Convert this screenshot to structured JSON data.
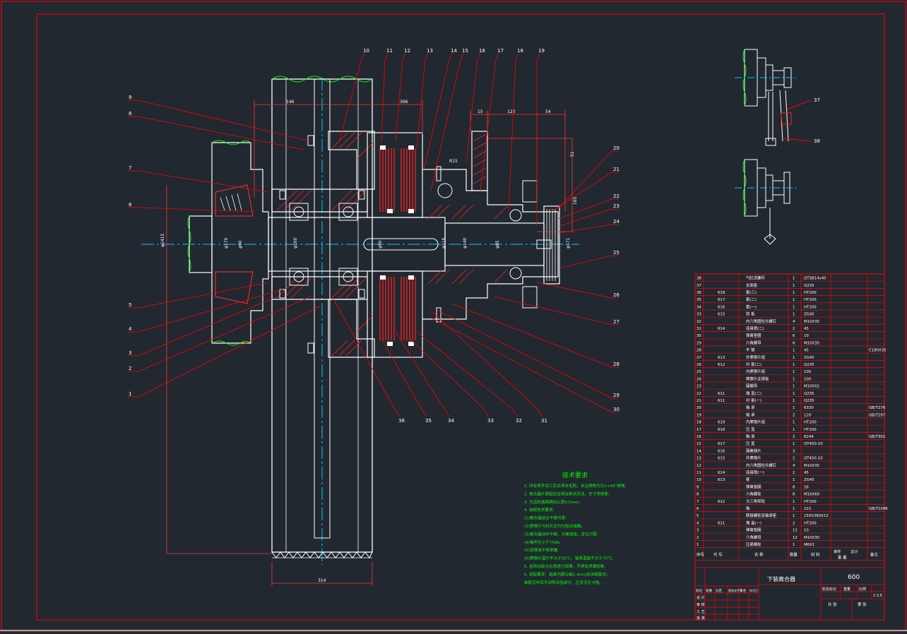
{
  "canvas_bg": "#212830",
  "colors": {
    "frame": "#ff0000",
    "outline": "#ffffff",
    "section": "#ff2020",
    "centerline": "#00c8ff",
    "leader": "#ff0000",
    "dimension": "#ff3333",
    "note_text": "#00ff00",
    "label_text": "#ffffff",
    "green_break": "#00ff00",
    "table_text": "#ffffff",
    "bg": "#212830"
  },
  "balloons_top": [
    "10",
    "11",
    "12",
    "13",
    "14",
    "15",
    "16",
    "17",
    "18",
    "19"
  ],
  "balloons_left": [
    "9",
    "8",
    "7",
    "6",
    "5",
    "4",
    "3",
    "2",
    "1"
  ],
  "balloons_right": [
    "20",
    "21",
    "22",
    "23",
    "24",
    "25",
    "26",
    "27",
    "28",
    "29",
    "30"
  ],
  "balloons_bottom": [
    "36",
    "35",
    "34",
    "33",
    "32",
    "31"
  ],
  "balloons_detail": [
    "37",
    "38"
  ],
  "dimensions": {
    "top_a": "146",
    "top_b": "366",
    "top_c": "15",
    "top_d": "120",
    "top_e": "54",
    "bottom_width": "314",
    "left_dia": "φ1415",
    "vert_a": "51",
    "vert_b": "165",
    "r15": "R15",
    "dia_1": "φ170",
    "dia_2": "φ90",
    "dia_3": "φ100",
    "dia_4": "φ80",
    "dia_5": "φ110",
    "dia_6": "φ140",
    "dia_7": "φ85",
    "dia_8": "φ171"
  },
  "technical_requirements": {
    "title": "技术要求",
    "items": [
      "1.  所有零件加工后必须去毛刺，未注倒角均为1×45°倒角;",
      "2.  离合器片装配后应保证移动灵活，无卡滞现象;",
      "3.  大齿轮端面跳动公差0.5mm;",
      "4.  装配技术要求:",
      "    (1)离合器结合平稳可靠;",
      "    (2)摩擦片与衬片应均匀贴合接触;",
      "    (3)离合器动作平稳，分离彻底，定位可靠;",
      "    (4)噪声应小于75db;",
      "    (5)润滑油不得渗漏;",
      "    (6)摩擦片温升不大于35℃，轴承温度不大于70℃;",
      "5.  各转动部分必须进行润滑，不得有渗漏现象;",
      "6.  装配要求：轴承内圈与轴2-4mm的间隙配合;",
      "    装配完毕后手动转动各部分，应灵活无卡阻。"
    ]
  },
  "parts_table": {
    "rows": [
      [
        "38",
        "",
        "气缸活塞杆",
        "1",
        "QTSB14x40",
        ""
      ],
      [
        "37",
        "",
        "支架座",
        "1",
        "Q235",
        ""
      ],
      [
        "36",
        "618",
        "套(三)",
        "1",
        "HT200",
        ""
      ],
      [
        "35",
        "617",
        "套(二)",
        "1",
        "HT200",
        ""
      ],
      [
        "34",
        "616",
        "套(一)",
        "1",
        "HT200",
        ""
      ],
      [
        "33",
        "615",
        "挡 板",
        "1",
        "ZG45",
        ""
      ],
      [
        "32",
        "",
        "内六角圆柱头螺钉",
        "4",
        "M10X35",
        ""
      ],
      [
        "31",
        "614",
        "连接销(二)",
        "2",
        "45",
        ""
      ],
      [
        "30",
        "",
        "弹簧垫圈",
        "6",
        "10",
        ""
      ],
      [
        "29",
        "",
        "六角螺母",
        "6",
        "M10X35",
        ""
      ],
      [
        "28",
        "",
        "平 键",
        "1",
        "45",
        "C180X35"
      ],
      [
        "27",
        "613",
        "外摩擦片组",
        "1",
        "ZG45",
        ""
      ],
      [
        "26",
        "612",
        "衬 套(二)",
        "1",
        "Q235",
        ""
      ],
      [
        "25",
        "",
        "内摩擦片组",
        "1",
        "100",
        ""
      ],
      [
        "24",
        "",
        "摩擦片支撑板",
        "1",
        "100",
        ""
      ],
      [
        "23",
        "",
        "圆螺母",
        "1",
        "M100X2",
        ""
      ],
      [
        "22",
        "611",
        "端 盖(二)",
        "1",
        "Q235",
        ""
      ],
      [
        "21",
        "611",
        "衬 套(一)",
        "1",
        "Q235",
        ""
      ],
      [
        "20",
        "",
        "轴 承",
        "1",
        "6320",
        "GB/T276"
      ],
      [
        "19",
        "",
        "轴 承",
        "2",
        "120",
        "GB/T297"
      ],
      [
        "18",
        "619",
        "内摩擦片组",
        "1",
        "HT200",
        ""
      ],
      [
        "17",
        "618",
        "压 盖",
        "1",
        "HT200",
        ""
      ],
      [
        "16",
        "",
        "轴 承",
        "2",
        "8244",
        "GB/T301"
      ],
      [
        "15",
        "617",
        "压 盖",
        "1",
        "QT450-10",
        ""
      ],
      [
        "14",
        "616",
        "隔离销片",
        "3",
        "",
        ""
      ],
      [
        "13",
        "615",
        "外摩擦片",
        "2",
        "QT450-10",
        ""
      ],
      [
        "12",
        "",
        "内六角圆柱头螺钉",
        "4",
        "M10X35",
        ""
      ],
      [
        "11",
        "614",
        "连接销(一)",
        "2",
        "45",
        ""
      ],
      [
        "10",
        "613",
        "套",
        "1",
        "ZG45",
        ""
      ],
      [
        "9",
        "",
        "弹簧垫圈",
        "8",
        "16",
        ""
      ],
      [
        "8",
        "",
        "六角螺栓",
        "8",
        "M16X60",
        ""
      ],
      [
        "7",
        "612",
        "大三角带轮",
        "1",
        "HT200",
        ""
      ],
      [
        "6",
        "",
        "轴",
        "1",
        "222",
        "GB/T1096"
      ],
      [
        "5",
        "",
        "联接螺栓及轴承座",
        "1",
        "150X360X12",
        ""
      ],
      [
        "4",
        "611",
        "端 盖(一)",
        "2",
        "HT200",
        ""
      ],
      [
        "3",
        "",
        "弹簧垫圈",
        "12",
        "10",
        ""
      ],
      [
        "2",
        "",
        "六角螺母",
        "12",
        "M10X30",
        ""
      ],
      [
        "1",
        "",
        "压紧螺栓",
        "1",
        "M6X1",
        ""
      ]
    ],
    "header": [
      "序号",
      "代 号",
      "名 称",
      "数量",
      "材 料",
      "备注"
    ],
    "header_sub": [
      "单件",
      "总计",
      "重 量"
    ]
  },
  "title_block": {
    "name": "下装离合器",
    "scale_value": "600",
    "row_labels": [
      "设 计",
      "审 核",
      "工 艺",
      "批 准"
    ],
    "col_labels": [
      "标记",
      "处数",
      "分区",
      "更改文件号",
      "签名",
      "年月日"
    ],
    "stage_labels": [
      "阶段标记",
      "重量",
      "比例"
    ],
    "scale": "1:3.5",
    "sheet": "共 张",
    "sheet_no": "第 张"
  }
}
